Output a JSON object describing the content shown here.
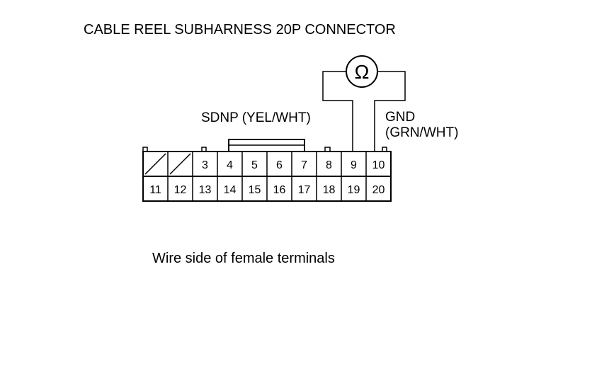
{
  "title": "CABLE REEL SUBHARNESS 20P CONNECTOR",
  "ohmmeter_symbol": "Ω",
  "wire_labels": {
    "sdnp": "SDNP (YEL/WHT)",
    "gnd_line1": "GND",
    "gnd_line2": "(GRN/WHT)"
  },
  "connector": {
    "top_row": [
      "",
      "",
      "3",
      "4",
      "5",
      "6",
      "7",
      "8",
      "9",
      "10"
    ],
    "bottom_row": [
      "11",
      "12",
      "13",
      "14",
      "15",
      "16",
      "17",
      "18",
      "19",
      "20"
    ]
  },
  "caption": "Wire side of female terminals"
}
